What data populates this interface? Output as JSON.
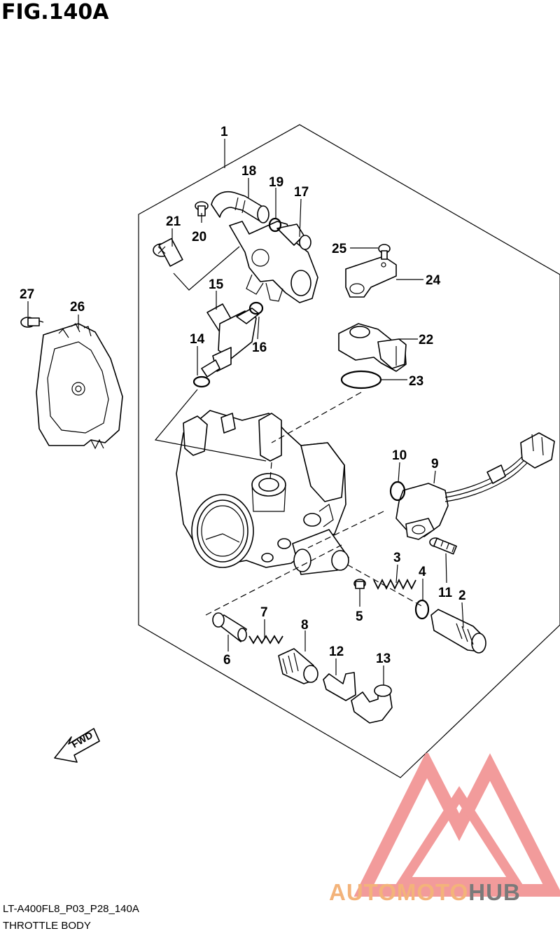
{
  "figure": {
    "title": "FIG.140A",
    "code": "LT-A400FL8_P03_P28_140A",
    "name": "THROTTLE BODY"
  },
  "callouts": [
    "1",
    "2",
    "3",
    "4",
    "5",
    "6",
    "7",
    "8",
    "9",
    "10",
    "11",
    "12",
    "13",
    "14",
    "15",
    "16",
    "17",
    "18",
    "19",
    "20",
    "21",
    "22",
    "23",
    "24",
    "25",
    "26",
    "27"
  ],
  "direction_arrow_label": "FWD",
  "watermark": {
    "text_colored": "AUTOMOTO",
    "text_gray": "HUB",
    "color_logo": "#f08a8a",
    "color_text": "#f3b37a",
    "color_gray": "#7a7a7a"
  }
}
